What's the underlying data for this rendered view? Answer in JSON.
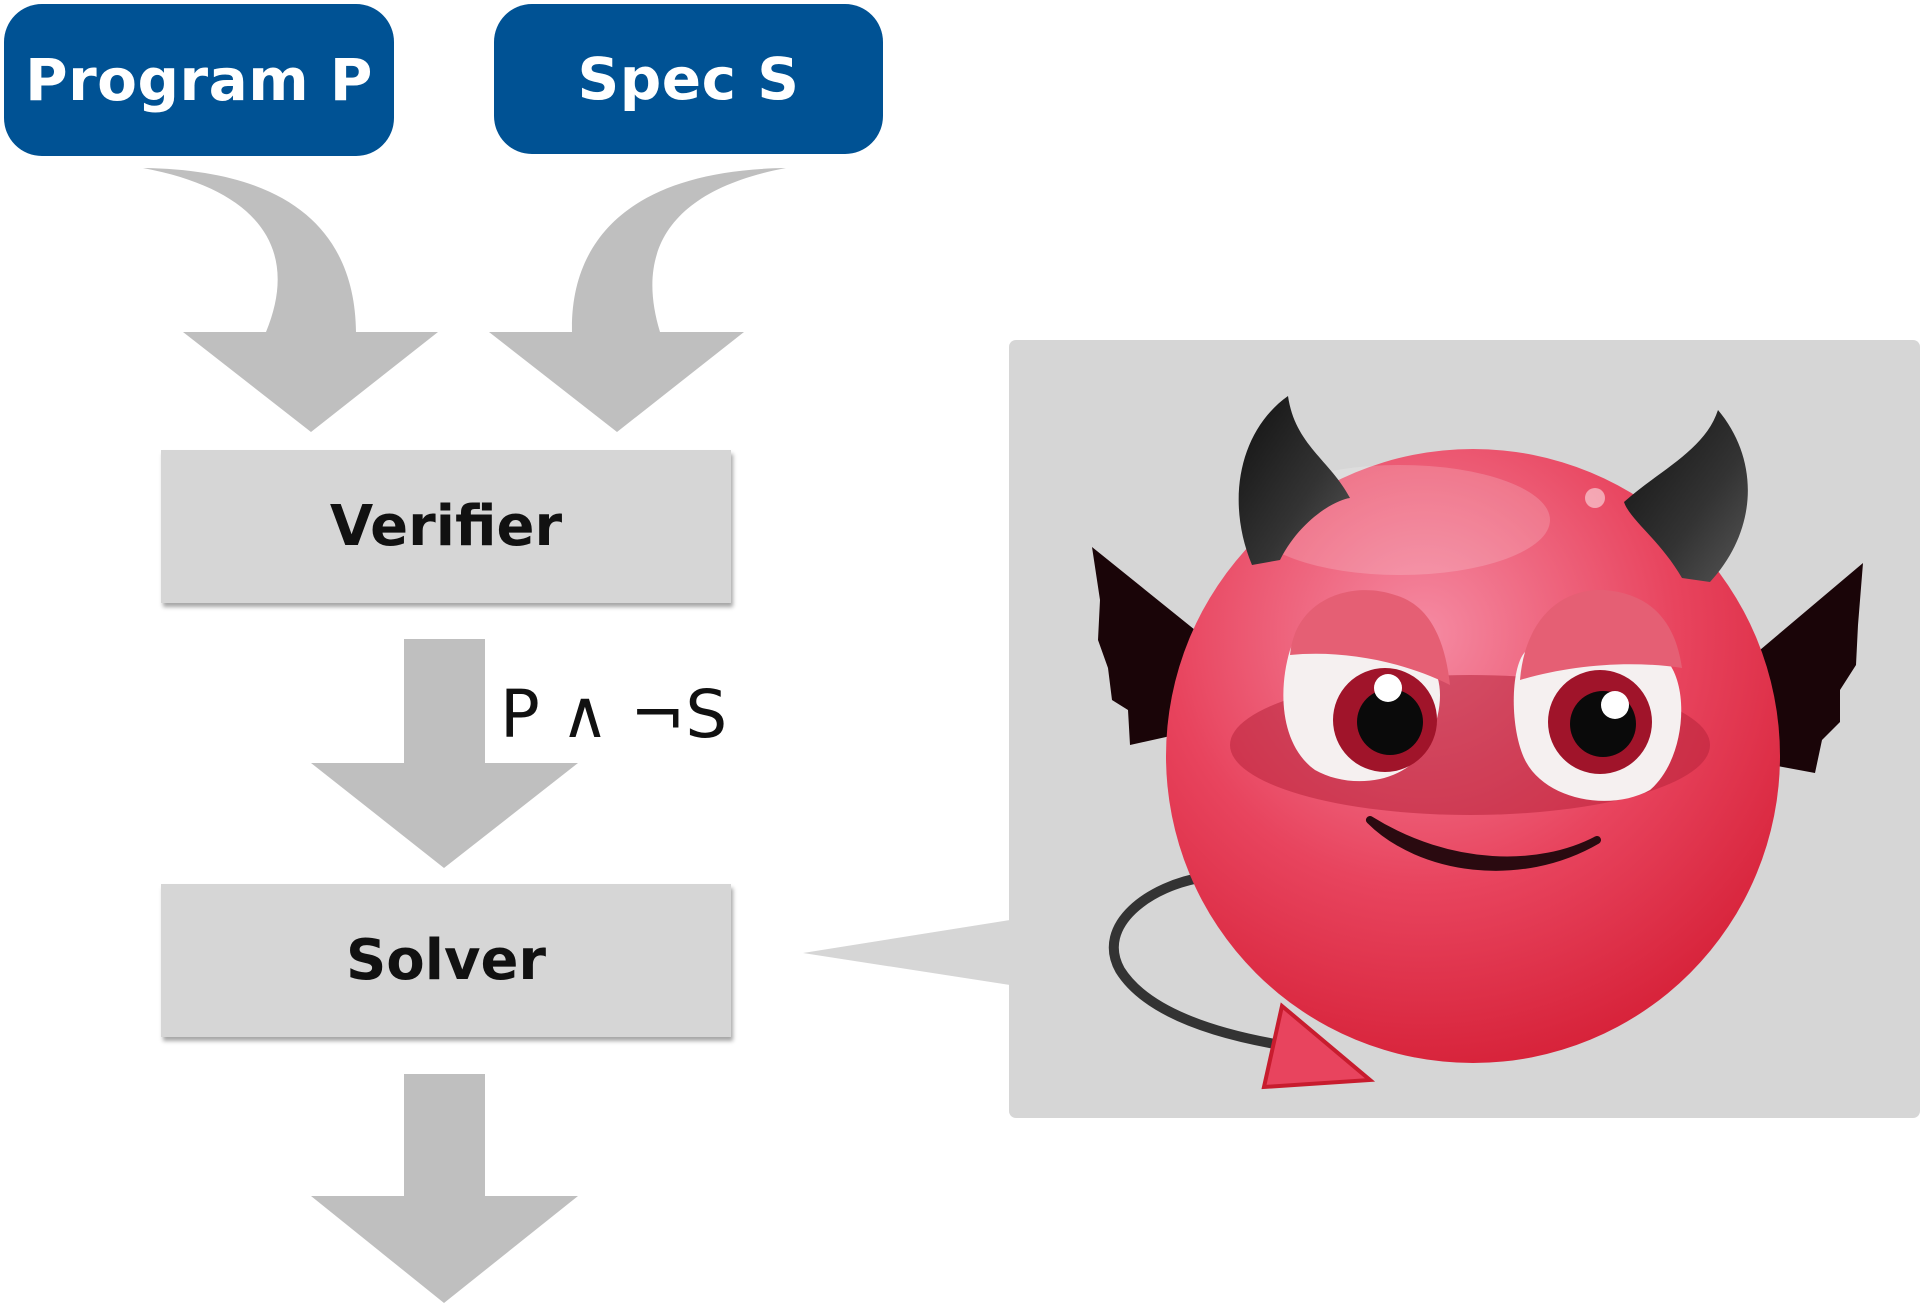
{
  "inputs": {
    "program_label": "Program P",
    "spec_label": "Spec S"
  },
  "stages": {
    "verifier_label": "Verifier",
    "solver_label": "Solver"
  },
  "edge_label": "P ∧ ¬S",
  "colors": {
    "input_box": "#005294",
    "stage_box": "#d6d6d6",
    "arrow": "#bfbfbf",
    "callout_panel": "#d6d6d6",
    "devil_face": "#e8445e"
  },
  "icons": {
    "callout_figure": "devil-face-icon"
  }
}
